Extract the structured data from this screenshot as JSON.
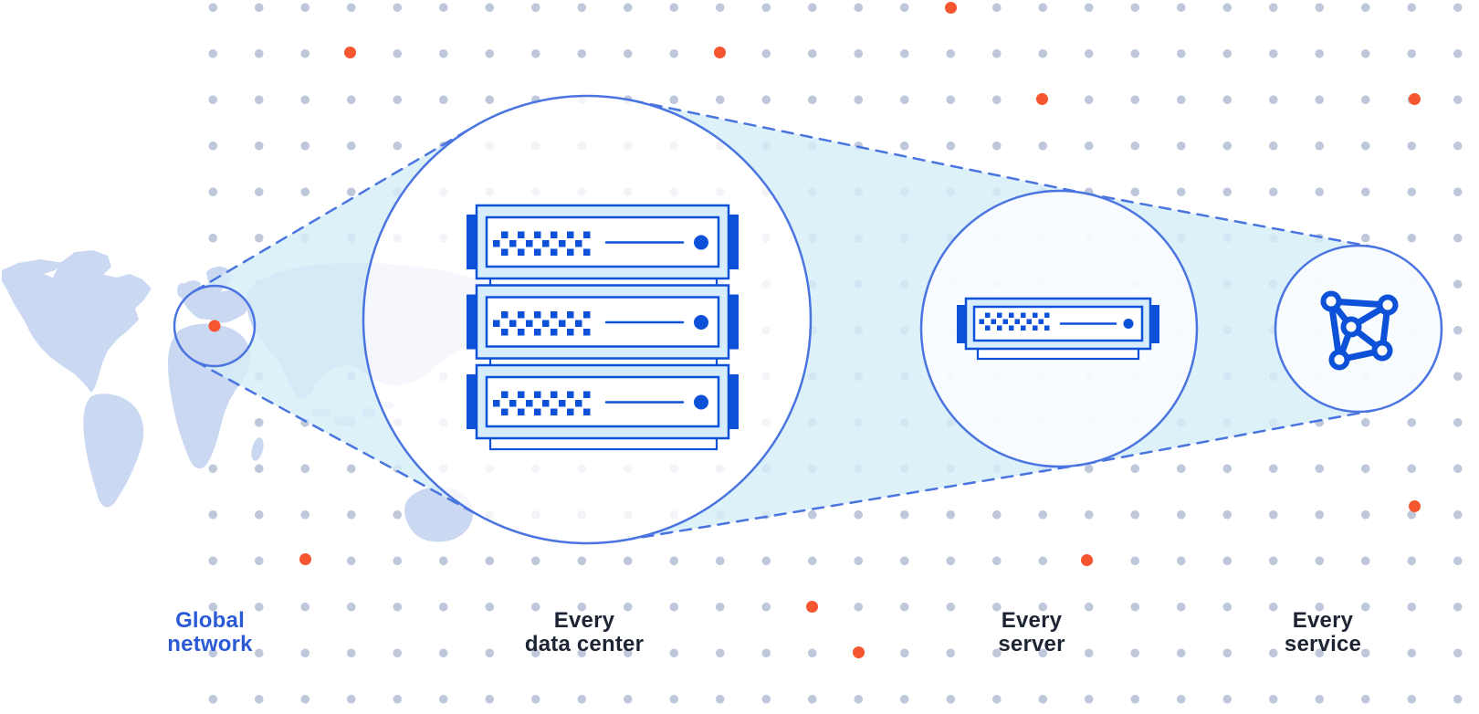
{
  "diagram": {
    "stages": [
      {
        "name": "global-network",
        "icon": "world-map-europe-highlight-icon",
        "lines": [
          "Global",
          "network"
        ]
      },
      {
        "name": "every-data-center",
        "icon": "server-rack-icon",
        "lines": [
          "Every",
          "data center"
        ]
      },
      {
        "name": "every-server",
        "icon": "server-unit-icon",
        "lines": [
          "Every",
          "server"
        ]
      },
      {
        "name": "every-service",
        "icon": "network-mesh-icon",
        "lines": [
          "Every",
          "service"
        ]
      }
    ],
    "colors": {
      "accent_blue": "#0d51d9",
      "stroke_blue": "#4a74e0",
      "light_cyan": "#d7edfb",
      "map_fill": "#cbd8f1",
      "accent_orange": "#f6562f",
      "label_dark": "#1d2433",
      "label_blue": "#2b5ad7"
    }
  }
}
